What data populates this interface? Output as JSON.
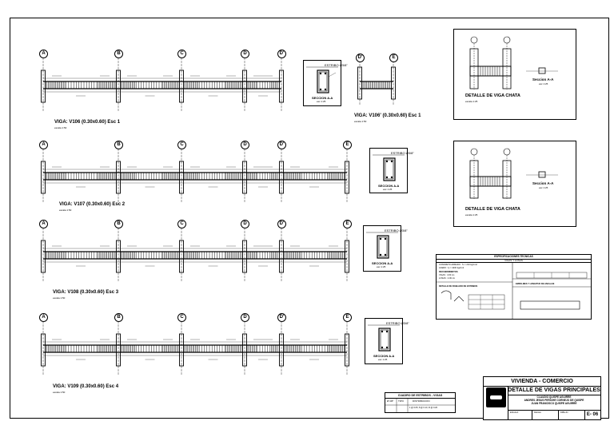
{
  "drawing": {
    "beams": [
      {
        "id": "v106",
        "title": "VIGA:  V106 (0.30x0.60)  Esc 1",
        "subtitle": "escala 1:50",
        "axes": [
          "A",
          "B",
          "C",
          "D",
          "D'"
        ]
      },
      {
        "id": "v107",
        "title": "VIGA:  V107 (0.30x0.60)  Esc 2",
        "subtitle": "escala 1:50",
        "axes": [
          "A",
          "B",
          "C",
          "D",
          "D'",
          "E"
        ]
      },
      {
        "id": "v108",
        "title": "VIGA:  V108 (0.30x0.60)  Esc 3",
        "subtitle": "escala 1:50",
        "axes": [
          "A",
          "B",
          "C",
          "D",
          "D'",
          "E"
        ]
      },
      {
        "id": "v109",
        "title": "VIGA:  V109 (0.30x0.60)  Esc 4",
        "subtitle": "escala 1:50",
        "axes": [
          "A",
          "B",
          "C",
          "D",
          "D'",
          "E"
        ]
      }
    ],
    "short_beam": {
      "title": "VIGA:  V106'  (0.30x0.60)  Esc 1",
      "subtitle": "escala 1:50",
      "axes": [
        "D'",
        "E"
      ]
    },
    "sections": [
      {
        "id": "s1",
        "label": "SECCION A-A",
        "scale": "esc 1:25",
        "note": "ESTRIBO Ø3/8\""
      },
      {
        "id": "s2",
        "label": "SECCION A-A",
        "scale": "esc 1:25",
        "note": "ESTRIBO Ø3/8\""
      },
      {
        "id": "s3",
        "label": "SECCION A-A",
        "scale": "esc 1:25",
        "note": "ESTRIBO Ø3/8\""
      },
      {
        "id": "s4",
        "label": "SECCION A-A",
        "scale": "esc 1:25",
        "note": "ESTRIBO Ø3/8\""
      }
    ],
    "details": [
      {
        "id": "d1",
        "title": "DETALLE DE VIGA  CHATA",
        "subtitle": "escala 1:25",
        "section": "Seccion A-A",
        "section_scale": "esc 1:25"
      },
      {
        "id": "d2",
        "title": "DETALLE DE VIGA  CHATA",
        "subtitle": "escala 1:25",
        "section": "Seccion A-A",
        "section_scale": "esc 1:25"
      }
    ],
    "specs": {
      "header": "ESPECIFICACIONES TECNICAS",
      "subheader": "VIGAS Y LOSAS",
      "concrete": "CONCRETO ARMADO : f'c = 210 kg/cm2",
      "steel": "ACERO : fy = 4200 kg/cm2",
      "cover": "RECUBRIMIENTOS",
      "cover_beams": "VIGAS : 4.00 cm",
      "cover_slabs": "LOSAS : 2.00 cm",
      "splice": "EMPALMES Y LONGITUD DE ANCLAJE",
      "hooks": "DETALLE DE DOBLADO DE ESTRIBOS"
    },
    "stirrup_table": {
      "title": "CUADRO DE ESTRIBOS - VIGAS",
      "col1": "Ø 3/8\"",
      "col2": "TIPO",
      "col3": "DISTRIBUCION",
      "row1": "1 @ 0.05, 8 @ 0.10, R @ 0.20"
    },
    "title_block": {
      "project": "VIVIENDA - COMERCIO",
      "title": "DETALLE DE VIGAS PRINCIPALES",
      "names": [
        "CLAUDIO QUISPE AGUIRRE",
        "ANDRES JESUS PERICHE CORNEJO DE QUISPE",
        "JUAN FRANCISCO QUISPE AGUIRRE"
      ],
      "field_scale": "ESCALA",
      "field_date": "FECHA",
      "field_drawn": "DIBUJO",
      "sheet": "E- 06"
    }
  }
}
